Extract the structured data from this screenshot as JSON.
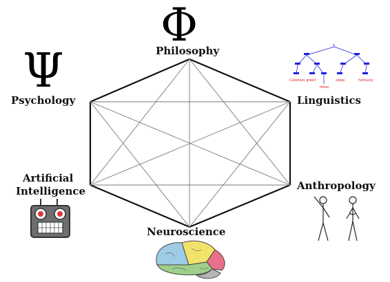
{
  "disciplines": {
    "philosophy": "Philosophy",
    "psychology": "Psychology",
    "linguistics": "Linguistics",
    "ai_line1": "Artificial",
    "ai_line2": "Intelligence",
    "anthropology": "Anthropology",
    "neuroscience": "Neuroscience"
  },
  "symbols": {
    "philosophy": "Φ",
    "psychology": "Ψ"
  },
  "parse_tree": {
    "root": "S",
    "words": [
      "Colorless green",
      "ideas",
      "sleep",
      "furiously"
    ]
  },
  "colors": {
    "tree_nodes": "#2020e0",
    "tree_words": "#e02020",
    "robot_body": "#6e6e6e",
    "robot_eyes": "#d93a3a",
    "brain_frontal": "#9ecbe6",
    "brain_parietal": "#f1e36a",
    "brain_occipital": "#e8708a",
    "brain_temporal": "#9fcf8a",
    "brain_cerebellum": "#b5b5b5"
  }
}
